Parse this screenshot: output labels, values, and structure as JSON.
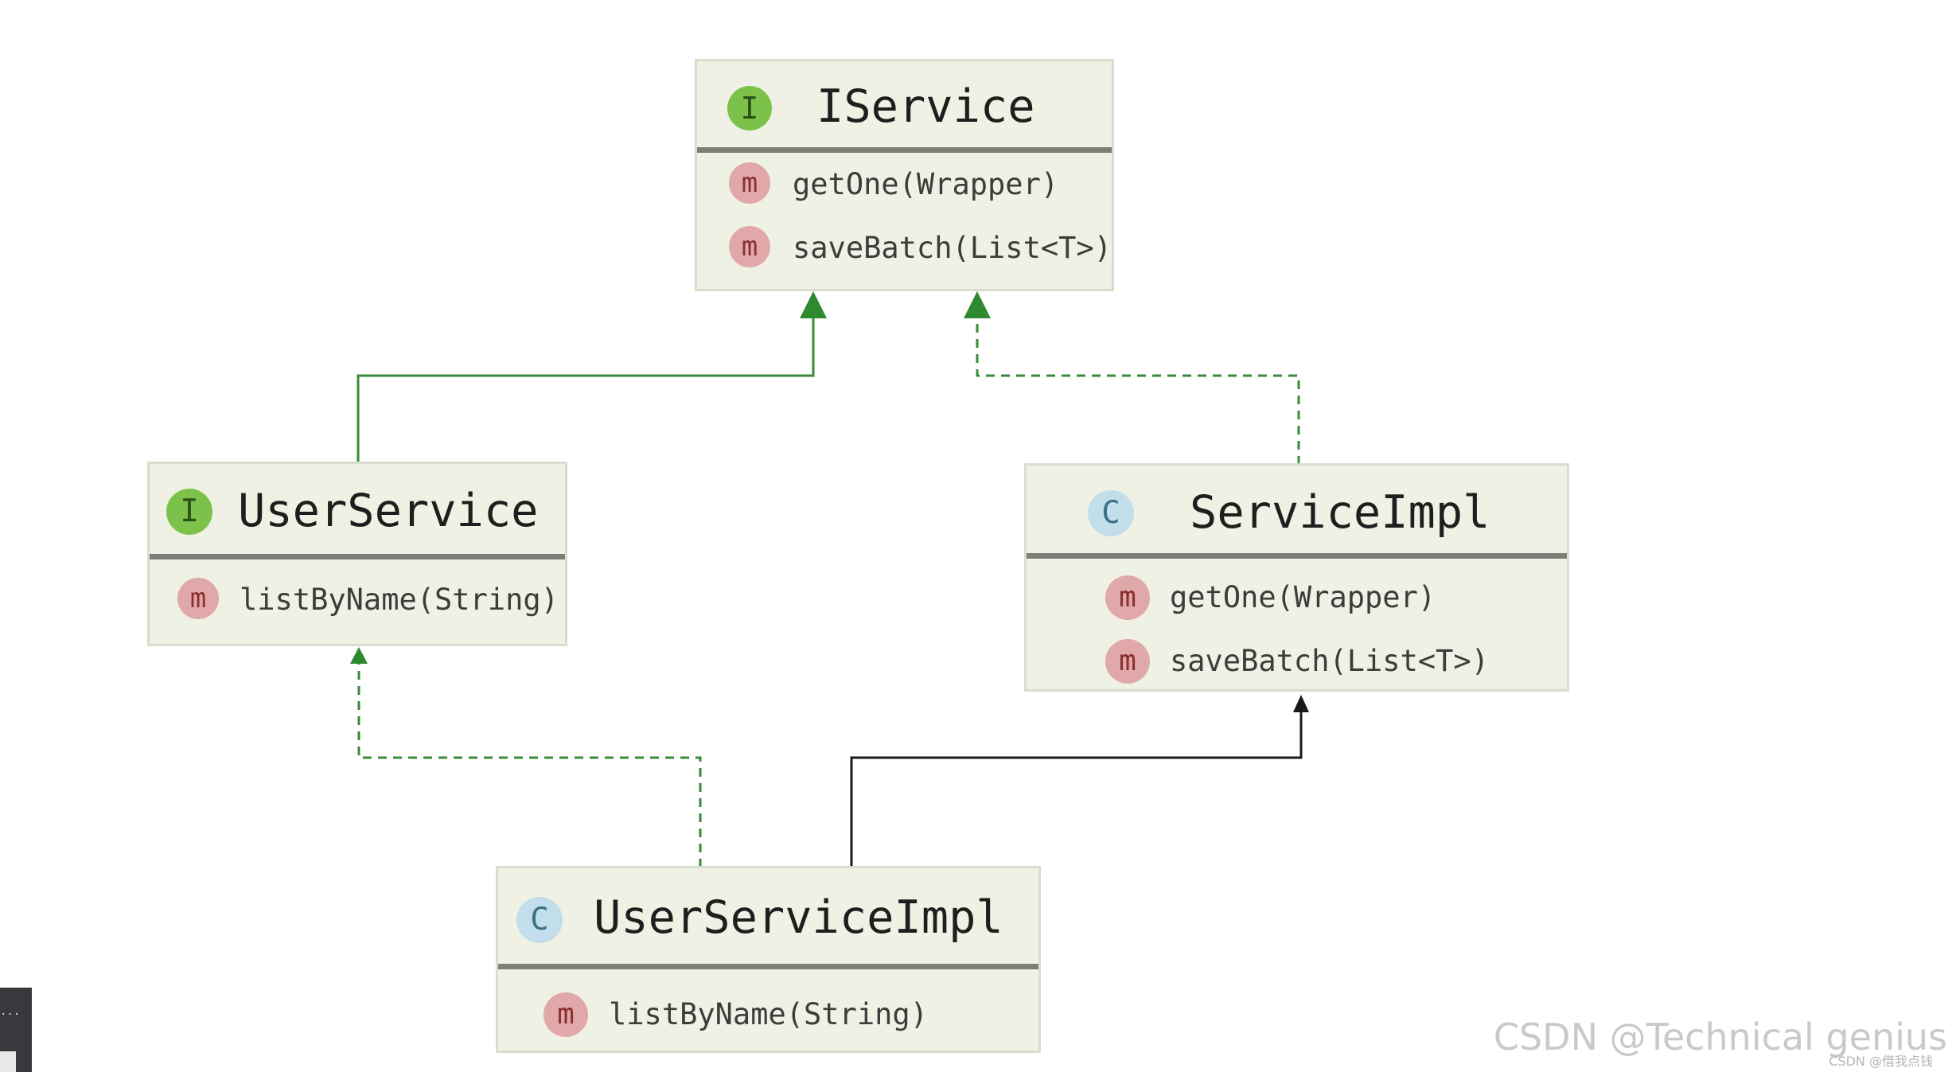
{
  "diagram": {
    "nodes": {
      "iservice": {
        "badge": "I",
        "title": "IService",
        "members": [
          {
            "badge": "m",
            "label": "getOne(Wrapper)"
          },
          {
            "badge": "m",
            "label": "saveBatch(List<T>)"
          }
        ]
      },
      "userservice": {
        "badge": "I",
        "title": "UserService",
        "members": [
          {
            "badge": "m",
            "label": "listByName(String)"
          }
        ]
      },
      "serviceimpl": {
        "badge": "C",
        "title": "ServiceImpl",
        "members": [
          {
            "badge": "m",
            "label": "getOne(Wrapper)"
          },
          {
            "badge": "m",
            "label": "saveBatch(List<T>)"
          }
        ]
      },
      "userserviceimpl": {
        "badge": "C",
        "title": "UserServiceImpl",
        "members": [
          {
            "badge": "m",
            "label": "listByName(String)"
          }
        ]
      }
    },
    "edges": [
      {
        "from": "userservice",
        "to": "iservice",
        "kind": "extends",
        "style": "solid",
        "color": "#3a8a3a"
      },
      {
        "from": "serviceimpl",
        "to": "iservice",
        "kind": "implements",
        "style": "dashed",
        "color": "#3a8a3a"
      },
      {
        "from": "userserviceimpl",
        "to": "userservice",
        "kind": "implements",
        "style": "dashed",
        "color": "#3a8a3a"
      },
      {
        "from": "userserviceimpl",
        "to": "serviceimpl",
        "kind": "extends",
        "style": "solid",
        "color": "#1a1a1a"
      }
    ]
  },
  "colors": {
    "node_fill": "#eef1e3",
    "node_border": "#d9ddcd",
    "header_divider": "#7b7f78",
    "interface_badge": "#7cc24a",
    "class_badge": "#c2deea",
    "method_badge": "#e0a8a8",
    "green_arrow": "#3a8a3a",
    "black_arrow": "#1a1a1a"
  },
  "watermark": {
    "main": "CSDN @Technical genius",
    "small": "CSDN @借我点钱"
  },
  "corner_widget": {
    "dots": "..."
  }
}
